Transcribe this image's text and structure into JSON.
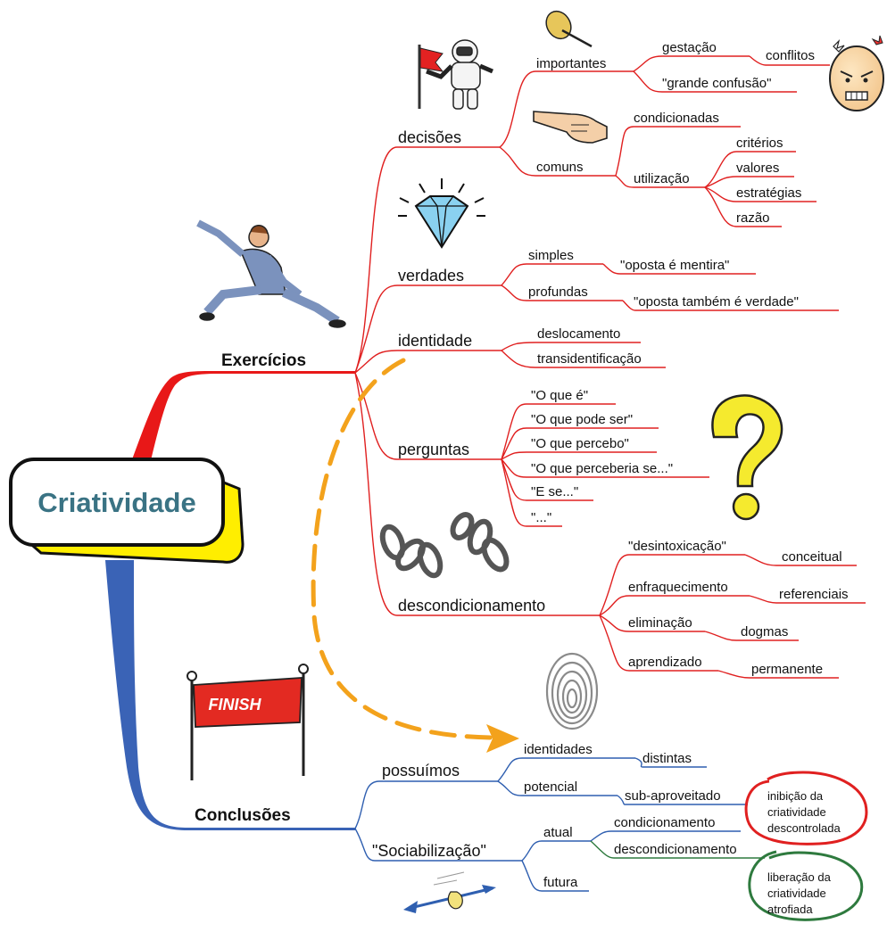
{
  "central": {
    "title": "Criatividade"
  },
  "colors": {
    "exercicios": "#e02020",
    "conclusoes": "#2f5fb0",
    "arrow": "#f3a21c",
    "central_text": "#3a7384",
    "shadow": "#ffee00",
    "red_note": "#e02020",
    "green_note": "#2e7a3e"
  },
  "branches": {
    "exercicios": {
      "label": "Exercícios",
      "decisoes": {
        "label": "decisões",
        "importantes": {
          "label": "importantes",
          "gestacao": "gestação",
          "conflitos": "conflitos",
          "grande_confusao": "\"grande confusão\""
        },
        "comuns": {
          "label": "comuns",
          "condicionadas": "condicionadas",
          "utilizacao": "utilização",
          "utilizacao_items": [
            "critérios",
            "valores",
            "estratégias",
            "razão"
          ]
        }
      },
      "verdades": {
        "label": "verdades",
        "simples": "simples",
        "simples_child": "\"oposta é mentira\"",
        "profundas": "profundas",
        "profundas_child": "\"oposta também é verdade\""
      },
      "identidade": {
        "label": "identidade",
        "items": [
          "deslocamento",
          "transidentificação"
        ]
      },
      "perguntas": {
        "label": "perguntas",
        "items": [
          "\"O que é\"",
          "\"O que pode ser\"",
          "\"O que percebo\"",
          "\"O que perceberia se...\"",
          "\"E se...\"",
          "\"...\""
        ]
      },
      "descondicionamento": {
        "label": "descondicionamento",
        "items": [
          {
            "label": "\"desintoxicação\"",
            "child": "conceitual"
          },
          {
            "label": "enfraquecimento",
            "child": "referenciais"
          },
          {
            "label": "eliminação",
            "child": "dogmas"
          },
          {
            "label": "aprendizado",
            "child": "permanente"
          }
        ]
      }
    },
    "conclusoes": {
      "label": "Conclusões",
      "possuimos": {
        "label": "possuímos",
        "identidades": "identidades",
        "distintas": "distintas",
        "potencial": "potencial",
        "sub_aproveitado": "sub-aproveitado"
      },
      "sociabilizacao": {
        "label": "\"Sociabilização\"",
        "atual": "atual",
        "condicionamento": "condicionamento",
        "descondicionamento": "descondicionamento",
        "futura": "futura"
      },
      "notes": {
        "inibicao": [
          "inibição da",
          "criatividade",
          "descontrolada"
        ],
        "liberacao": [
          "liberação da",
          "criatividade",
          "atrofiada"
        ]
      }
    }
  },
  "images": {
    "finish_banner": "FINISH"
  },
  "icons": [
    "flag-icon",
    "astronaut-icon",
    "pushpin-icon",
    "angry-face-icon",
    "pointing-hand-icon",
    "diamond-icon",
    "martial-artist-icon",
    "question-mark-icon",
    "broken-chain-icon",
    "fingerprint-icon",
    "finish-banner-icon",
    "target-arrow-icon"
  ]
}
